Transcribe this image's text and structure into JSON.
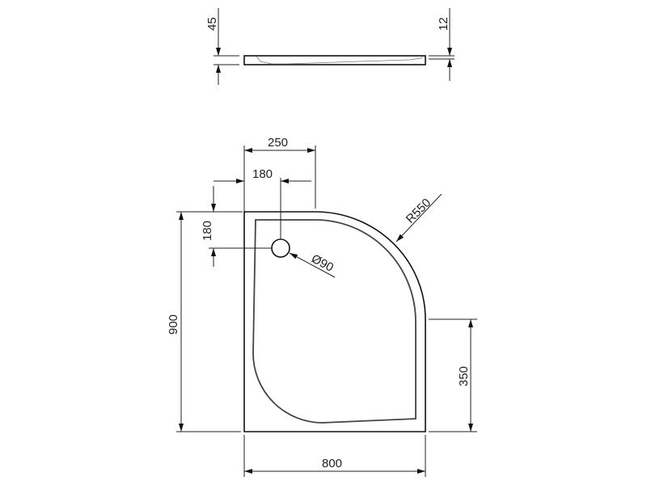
{
  "profile_view": {
    "height_total": "45",
    "rim_height": "12"
  },
  "plan_view": {
    "top_straight": "250",
    "drain_offset_x": "180",
    "drain_offset_y": "180",
    "drain_diameter": "Ø90",
    "radius": "R550",
    "depth": "900",
    "side_straight": "350",
    "width": "800"
  }
}
